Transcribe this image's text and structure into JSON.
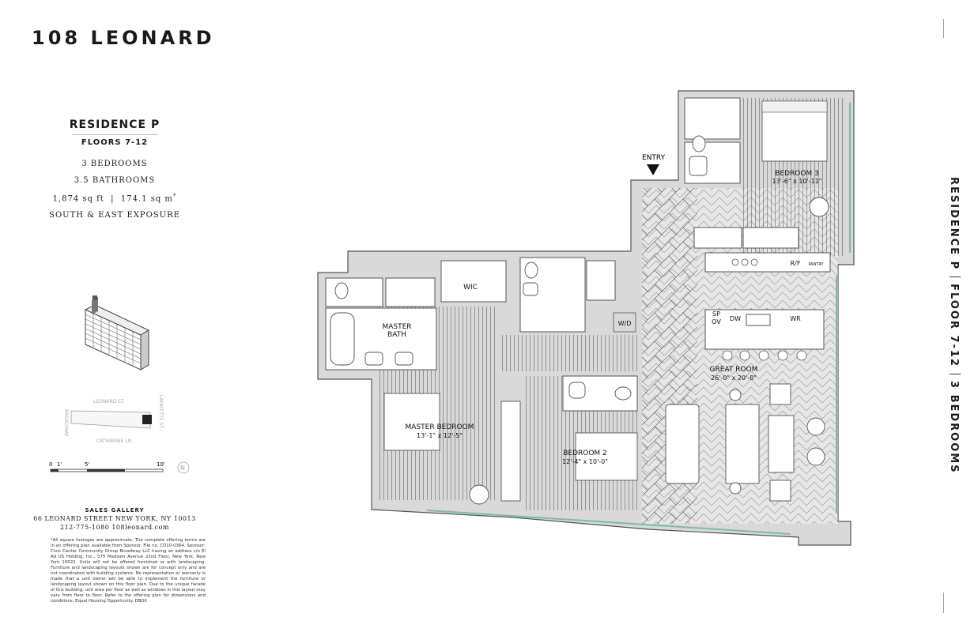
{
  "brand": "108 LEONARD",
  "residence": {
    "title": "RESIDENCE P",
    "floors": "FLOORS 7-12",
    "bedrooms": "3 Bedrooms",
    "bathrooms": "3.5 Bathrooms",
    "area_sqft": "1,874 sq ft",
    "area_sqm": "174.1 sq m",
    "area_note": "*",
    "exposure": "South & East Exposure"
  },
  "key_plan": {
    "streets": [
      "LEONARD ST.",
      "LAFAYETTE ST.",
      "BROADWAY",
      "CATHARINE LN."
    ]
  },
  "scale_bar": {
    "labels": [
      "0",
      "1'",
      "5'",
      "10'"
    ],
    "north": "N"
  },
  "sales": {
    "heading": "SALES GALLERY",
    "address": "66 LEONARD STREET   NEW YORK, NY 10013",
    "contact": "212-775-1080   108leonard.com"
  },
  "disclaimer": "*All square footages are approximate. The complete offering terms are in an offering plan available from Sponsor. File no. CD10-0364. Sponsor: Civic Center Community Group Broadway LLC having an address c/o El Ad US Holding, Inc., 575 Madison Avenue 22nd Floor, New York, New York 10022. Units will not be offered furnished or with landscaping. Furniture and landscaping layouts shown are for concept only and are not coordinated with building systems. No representation or warranty is made that a unit owner will be able to implement the furniture or landscaping layout shown on this floor plan. Due to the unique facade of this building, unit area per floor as well as windows in this layout may vary from floor to floor. Refer to the offering plan for dimensions and conditions. Equal Housing Opportunity. DBOX",
  "side_label": {
    "residence": "RESIDENCE P",
    "floor": "FLOOR 7-12",
    "bedrooms": "3 BEDROOMS"
  },
  "plan": {
    "entry": "ENTRY",
    "rooms": {
      "bedroom3_name": "BEDROOM 3",
      "bedroom3_dim": "13'-6\" x 10'-11\"",
      "great_room_name": "GREAT ROOM",
      "great_room_dim": "26'-0\" x 20'-8\"",
      "master_bedroom_name": "MASTER BEDROOM",
      "master_bedroom_dim": "13'-1\" x 12'-5\"",
      "bedroom2_name": "BEDROOM 2",
      "bedroom2_dim": "12'-4\" x 10'-0\"",
      "master_bath_line1": "MASTER",
      "master_bath_line2": "BATH",
      "wic": "WIC",
      "wd": "W/D",
      "rf": "R/F",
      "pantry": "PANTRY",
      "sp": "SP",
      "ov": "OV",
      "dw": "DW",
      "wr": "WR"
    }
  },
  "colors": {
    "wall": "#d9d9d9",
    "wall_stroke": "#555555",
    "window": "#7fb8ad",
    "text": "#1a1a1a"
  }
}
